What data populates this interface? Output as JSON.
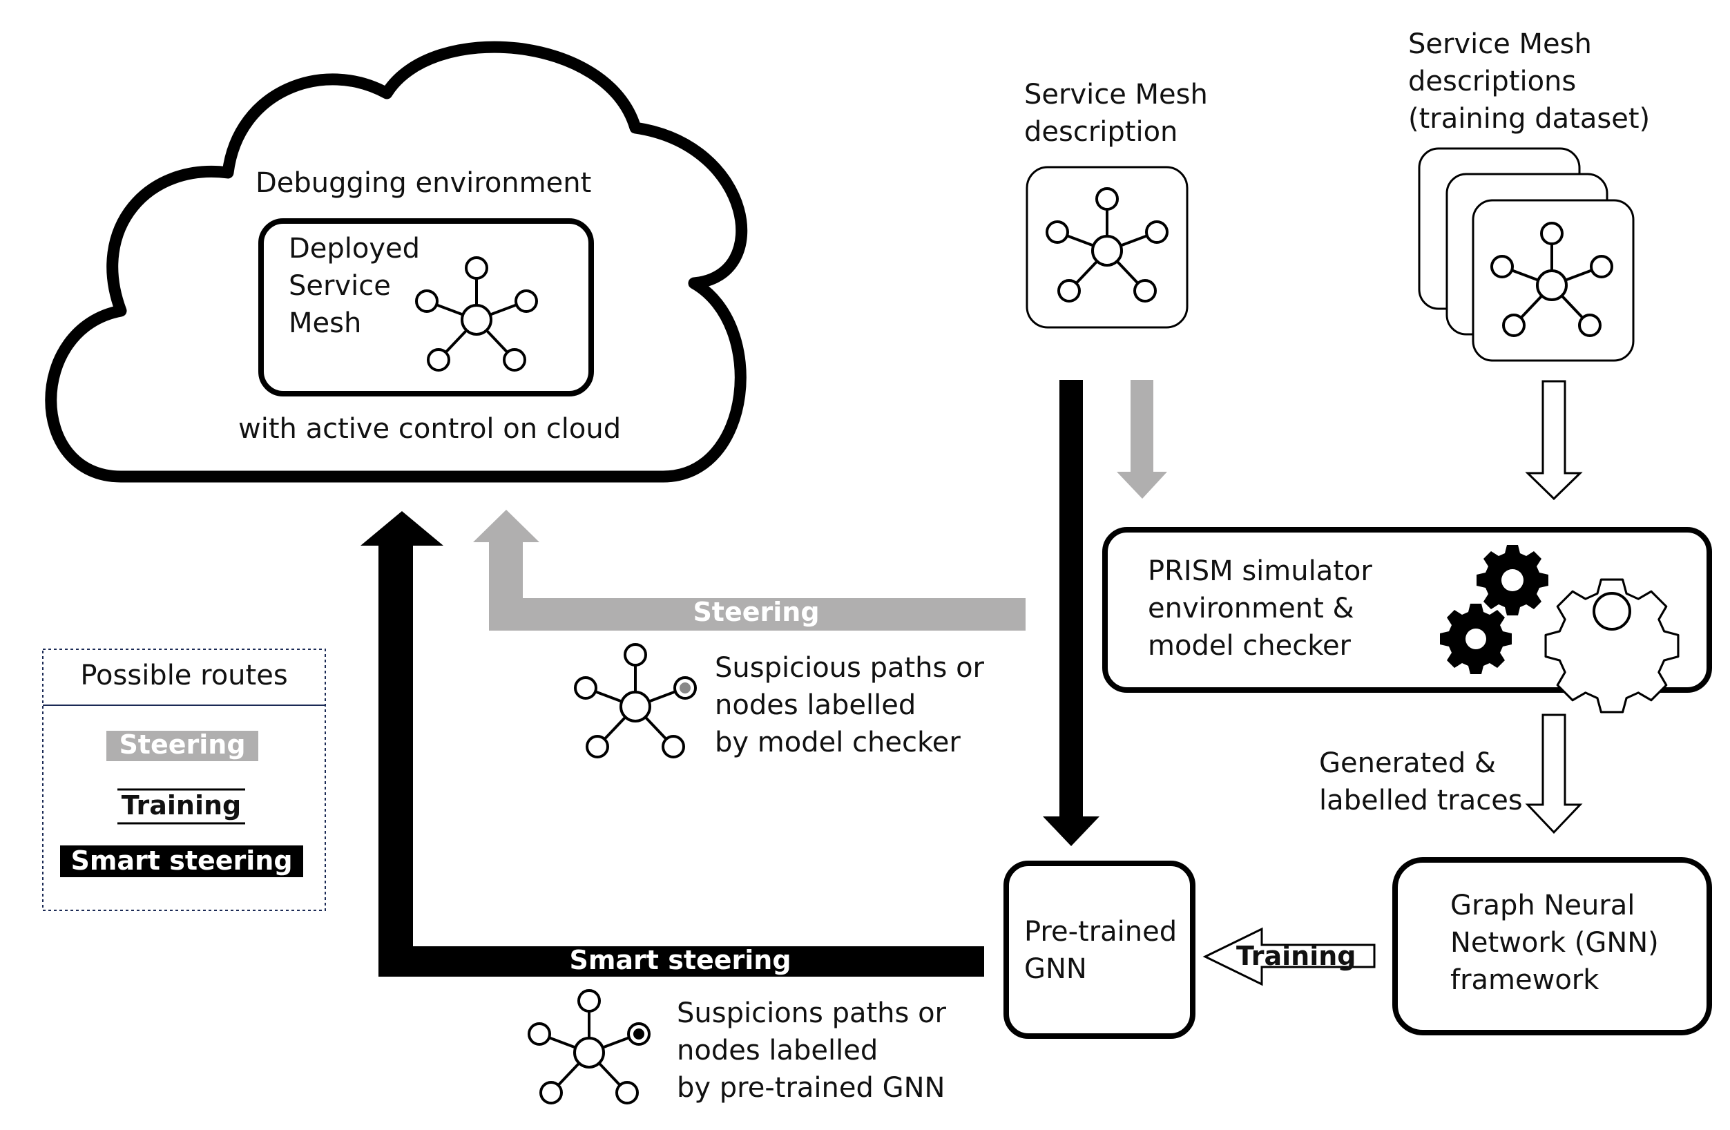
{
  "cloud": {
    "title": "Debugging environment",
    "deployed_label": "Deployed\nService\nMesh",
    "footer": "with active control on cloud"
  },
  "service_mesh": {
    "description_label": "Service Mesh\ndescription",
    "training_label": "Service Mesh\ndescriptions\n(training dataset)"
  },
  "prism": {
    "label": "PRISM simulator\nenvironment &\nmodel checker"
  },
  "gnn_framework": {
    "label": "Graph Neural\nNetwork (GNN)\nframework"
  },
  "pretrained": {
    "label": "Pre-trained\nGNN"
  },
  "edges": {
    "generated_traces": "Generated &\nlabelled traces",
    "training": "Training",
    "steering": "Steering",
    "smart_steering": "Smart steering"
  },
  "annotations": {
    "model_checker": "Suspicious paths or\nnodes labelled\nby model checker",
    "pretrained_gnn": "Suspicions paths or\nnodes labelled\nby pre-trained GNN"
  },
  "legend": {
    "title": "Possible routes",
    "steering": "Steering",
    "training": "Training",
    "smart_steering": "Smart steering"
  },
  "colors": {
    "steering": "#b0afaf",
    "smart_steering": "#000000",
    "stroke": "#000000"
  },
  "icons": [
    "mesh-icon",
    "gear-icon"
  ]
}
